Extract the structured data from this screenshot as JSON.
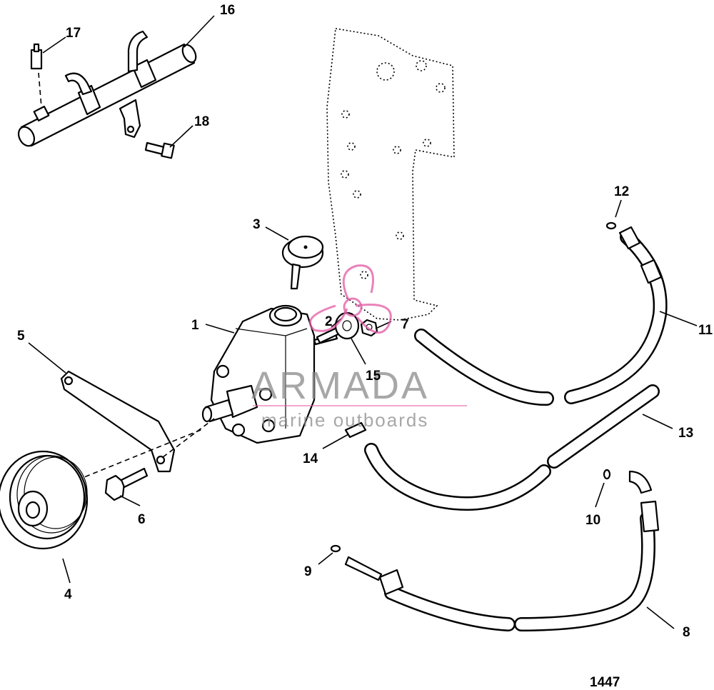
{
  "figure_number": "1447",
  "watermark": {
    "brand": "ARMADA",
    "tagline": "marine outboards",
    "logo_color": "#e25aa4"
  },
  "callouts": [
    "1",
    "2",
    "3",
    "4",
    "5",
    "6",
    "7",
    "8",
    "9",
    "10",
    "11",
    "12",
    "13",
    "14",
    "15",
    "16",
    "17",
    "18"
  ]
}
